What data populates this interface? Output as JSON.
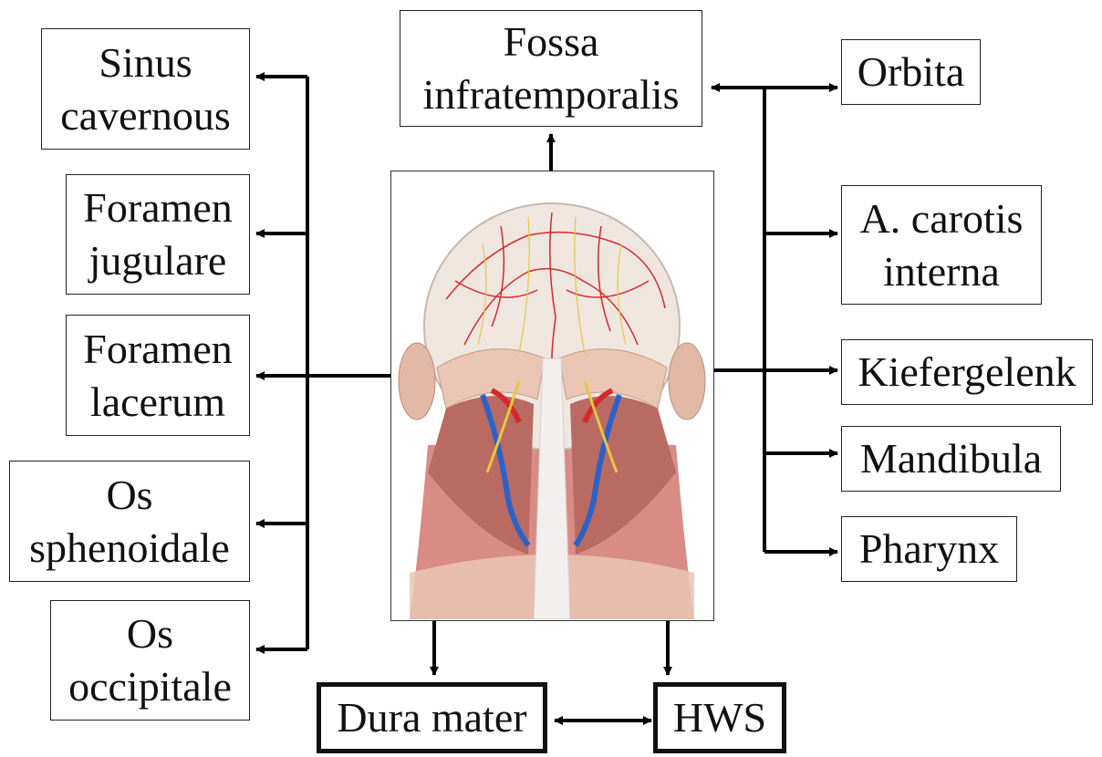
{
  "center": {
    "top_box": {
      "line1": "Fossa",
      "line2": "infratemporalis"
    },
    "image_alt": "head-anatomy-illustration"
  },
  "left_boxes": [
    {
      "line1": "Sinus",
      "line2": "cavernous"
    },
    {
      "line1": "Foramen",
      "line2": "jugulare"
    },
    {
      "line1": "Foramen",
      "line2": "lacerum"
    },
    {
      "line1": "Os",
      "line2": "sphenoidale"
    },
    {
      "line1": "Os",
      "line2": "occipitale"
    }
  ],
  "right_boxes": [
    {
      "line1": "Orbita"
    },
    {
      "line1": "A. carotis",
      "line2": "interna"
    },
    {
      "line1": "Kiefergelenk"
    },
    {
      "line1": "Mandibula"
    },
    {
      "line1": "Pharynx"
    }
  ],
  "bottom_boxes": {
    "left": "Dura mater",
    "right": "HWS"
  },
  "colors": {
    "artery": "#d62a2a",
    "vein": "#2a62c8",
    "nerve": "#e8c640",
    "muscle": "#d98b86",
    "skin": "#e9c6b4",
    "skull": "#efe6e0"
  }
}
